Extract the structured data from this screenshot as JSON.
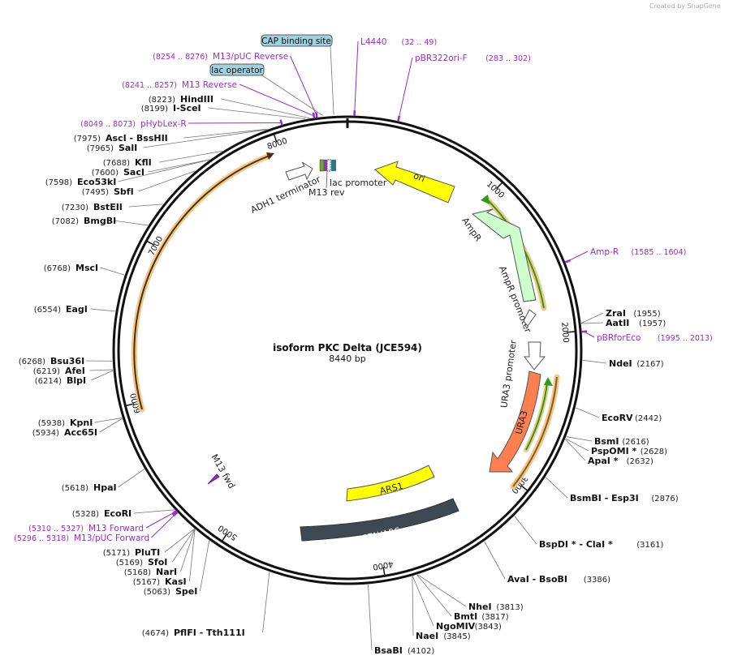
{
  "watermark": "Created by  SnapGene",
  "plasmid": {
    "name": "isoform PKC Delta (JCE594)",
    "size_label": "8440 bp",
    "length": 8440
  },
  "ticks": [
    "1000",
    "2000",
    "3000",
    "4000",
    "5000",
    "6000",
    "7000",
    "8000"
  ],
  "boxed_labels": [
    "CAP binding site",
    "lac operator"
  ],
  "enzymes": [
    {
      "pos": "(8223)",
      "name": "HindIII"
    },
    {
      "pos": "(8199)",
      "name": "I-SceI"
    },
    {
      "pos": "(7975)",
      "name": "AscI  - BssHII"
    },
    {
      "pos": "(7965)",
      "name": "SalI"
    },
    {
      "pos": "(7688)",
      "name": "KflI"
    },
    {
      "pos": "(7600)",
      "name": "SacI"
    },
    {
      "pos": "(7598)",
      "name": "Eco53kI"
    },
    {
      "pos": "(7495)",
      "name": "SbfI"
    },
    {
      "pos": "(7230)",
      "name": "BstEII"
    },
    {
      "pos": "(7082)",
      "name": "BmgBI"
    },
    {
      "pos": "(6768)",
      "name": "MscI"
    },
    {
      "pos": "(6554)",
      "name": "EagI"
    },
    {
      "pos": "(6268)",
      "name": "Bsu36I"
    },
    {
      "pos": "(6219)",
      "name": "AfeI"
    },
    {
      "pos": "(6214)",
      "name": "BlpI"
    },
    {
      "pos": "(5938)",
      "name": "KpnI"
    },
    {
      "pos": "(5934)",
      "name": "Acc65I"
    },
    {
      "pos": "(5618)",
      "name": "HpaI"
    },
    {
      "pos": "(5328)",
      "name": "EcoRI"
    },
    {
      "pos": "(5171)",
      "name": "PluTI"
    },
    {
      "pos": "(5169)",
      "name": "SfoI"
    },
    {
      "pos": "(5168)",
      "name": "NarI"
    },
    {
      "pos": "(5167)",
      "name": "KasI"
    },
    {
      "pos": "(5063)",
      "name": "SpeI"
    },
    {
      "pos": "(4674)",
      "name": "PflFI  - Tth111I"
    },
    {
      "pos": "(1955)",
      "name": "ZraI"
    },
    {
      "pos": "(1957)",
      "name": "AatII"
    },
    {
      "pos": "(2167)",
      "name": "NdeI"
    },
    {
      "pos": "(2442)",
      "name": "EcoRV"
    },
    {
      "pos": "(2616)",
      "name": "BsmI"
    },
    {
      "pos": "(2628)",
      "name": "PspOMI *"
    },
    {
      "pos": "(2632)",
      "name": "ApaI *"
    },
    {
      "pos": "(2876)",
      "name": "BsmBI  - Esp3I"
    },
    {
      "pos": "(3161)",
      "name": "BspDI *  - ClaI *"
    },
    {
      "pos": "(3386)",
      "name": "AvaI  - BsoBI"
    },
    {
      "pos": "(3813)",
      "name": "NheI"
    },
    {
      "pos": "(3817)",
      "name": "BmtI"
    },
    {
      "pos": "(3843)",
      "name": "NgoMIV"
    },
    {
      "pos": "(3845)",
      "name": "NaeI"
    },
    {
      "pos": "(4102)",
      "name": "BsaBI"
    }
  ],
  "primers": [
    {
      "range": "(8254 .. 8276)",
      "name": "M13/pUC Reverse"
    },
    {
      "range": "(8241 .. 8257)",
      "name": "M13 Reverse"
    },
    {
      "range": "(8049 .. 8073)",
      "name": "pHybLex-R"
    },
    {
      "range": "(32 .. 49)",
      "name": "L4440"
    },
    {
      "range": "(283 .. 302)",
      "name": "pBR322ori-F"
    },
    {
      "range": "(1585 .. 1604)",
      "name": "Amp-R"
    },
    {
      "range": "(1995 .. 2013)",
      "name": "pBRforEco"
    },
    {
      "range": "(5310 .. 5327)",
      "name": "M13 Forward"
    },
    {
      "range": "(5296 .. 5318)",
      "name": "M13/pUC Forward"
    }
  ],
  "features": [
    "ori",
    "AmpR",
    "AmpR promoter",
    "URA3 promoter",
    "URA3",
    "ARS1",
    "CEN/ARS",
    "ADH1 terminator",
    "lac promoter",
    "M13 rev",
    "M13 fwd"
  ],
  "colors": {
    "ori": "#ffff00",
    "ampr": "#ccffcc",
    "ura3": "#ff7f50",
    "ars1": "#ffff00",
    "cenars": "#3d4a54",
    "primer": "#9a2bd0",
    "orf_fill": "#f2c88a",
    "orf_core": "#4a3010",
    "orf_green": "#2e9a1a",
    "boxed_bg": "#9fd2de"
  }
}
